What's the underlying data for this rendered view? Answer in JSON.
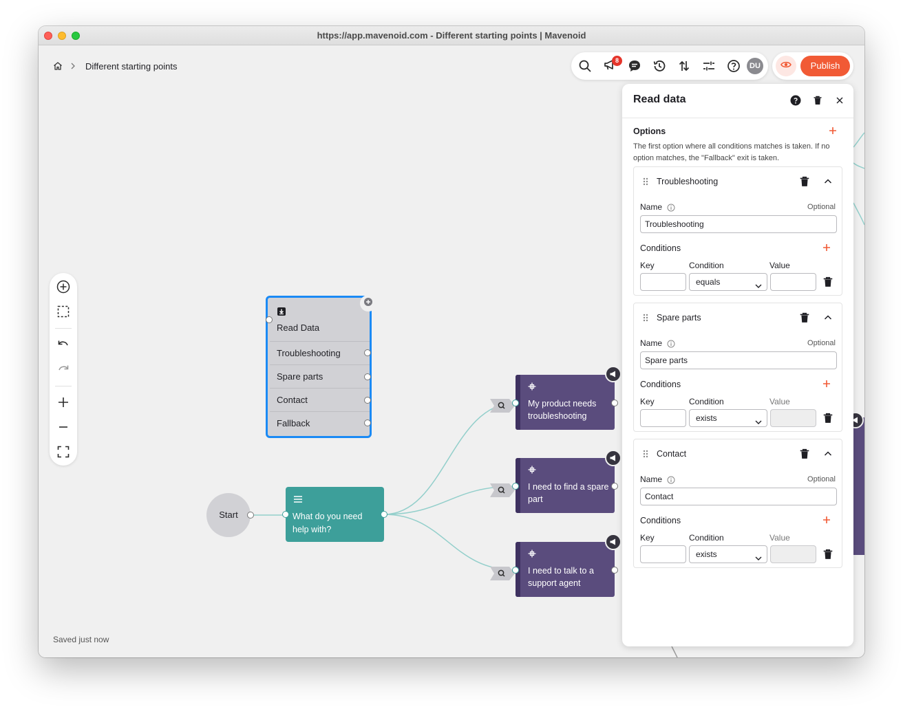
{
  "window": {
    "title": "https://app.mavenoid.com - Different starting points | Mavenoid"
  },
  "breadcrumb": {
    "page": "Different starting points"
  },
  "toolbar": {
    "notification_count": "8",
    "avatar_initials": "DU",
    "publish_label": "Publish"
  },
  "status": {
    "saved": "Saved just now"
  },
  "graph": {
    "start_label": "Start",
    "question_node": {
      "label": "What do you need help with?"
    },
    "read_node": {
      "title": "Read Data",
      "outputs": [
        "Troubleshooting",
        "Spare parts",
        "Contact",
        "Fallback"
      ]
    },
    "answer_nodes": [
      {
        "label": "My product needs troubleshooting"
      },
      {
        "label": "I need to find a spare part"
      },
      {
        "label": "I need to talk to a support agent"
      }
    ]
  },
  "panel": {
    "title": "Read data",
    "options_title": "Options",
    "options_description": "The first option where all conditions matches is taken. If no option matches, the \"Fallback\" exit is taken.",
    "name_label": "Name",
    "optional_label": "Optional",
    "conditions_label": "Conditions",
    "key_header": "Key",
    "condition_header": "Condition",
    "value_header": "Value",
    "options": [
      {
        "title": "Troubleshooting",
        "name": "Troubleshooting",
        "condition": "equals",
        "value_enabled": true
      },
      {
        "title": "Spare parts",
        "name": "Spare parts",
        "condition": "exists",
        "value_enabled": false
      },
      {
        "title": "Contact",
        "name": "Contact",
        "condition": "exists",
        "value_enabled": false
      }
    ]
  },
  "colors": {
    "accent": "#f15a35",
    "selection": "#1a8af5",
    "question_node": "#3d9f9a",
    "answer_node": "#5a4c7d",
    "edge": "#93cfcb"
  }
}
